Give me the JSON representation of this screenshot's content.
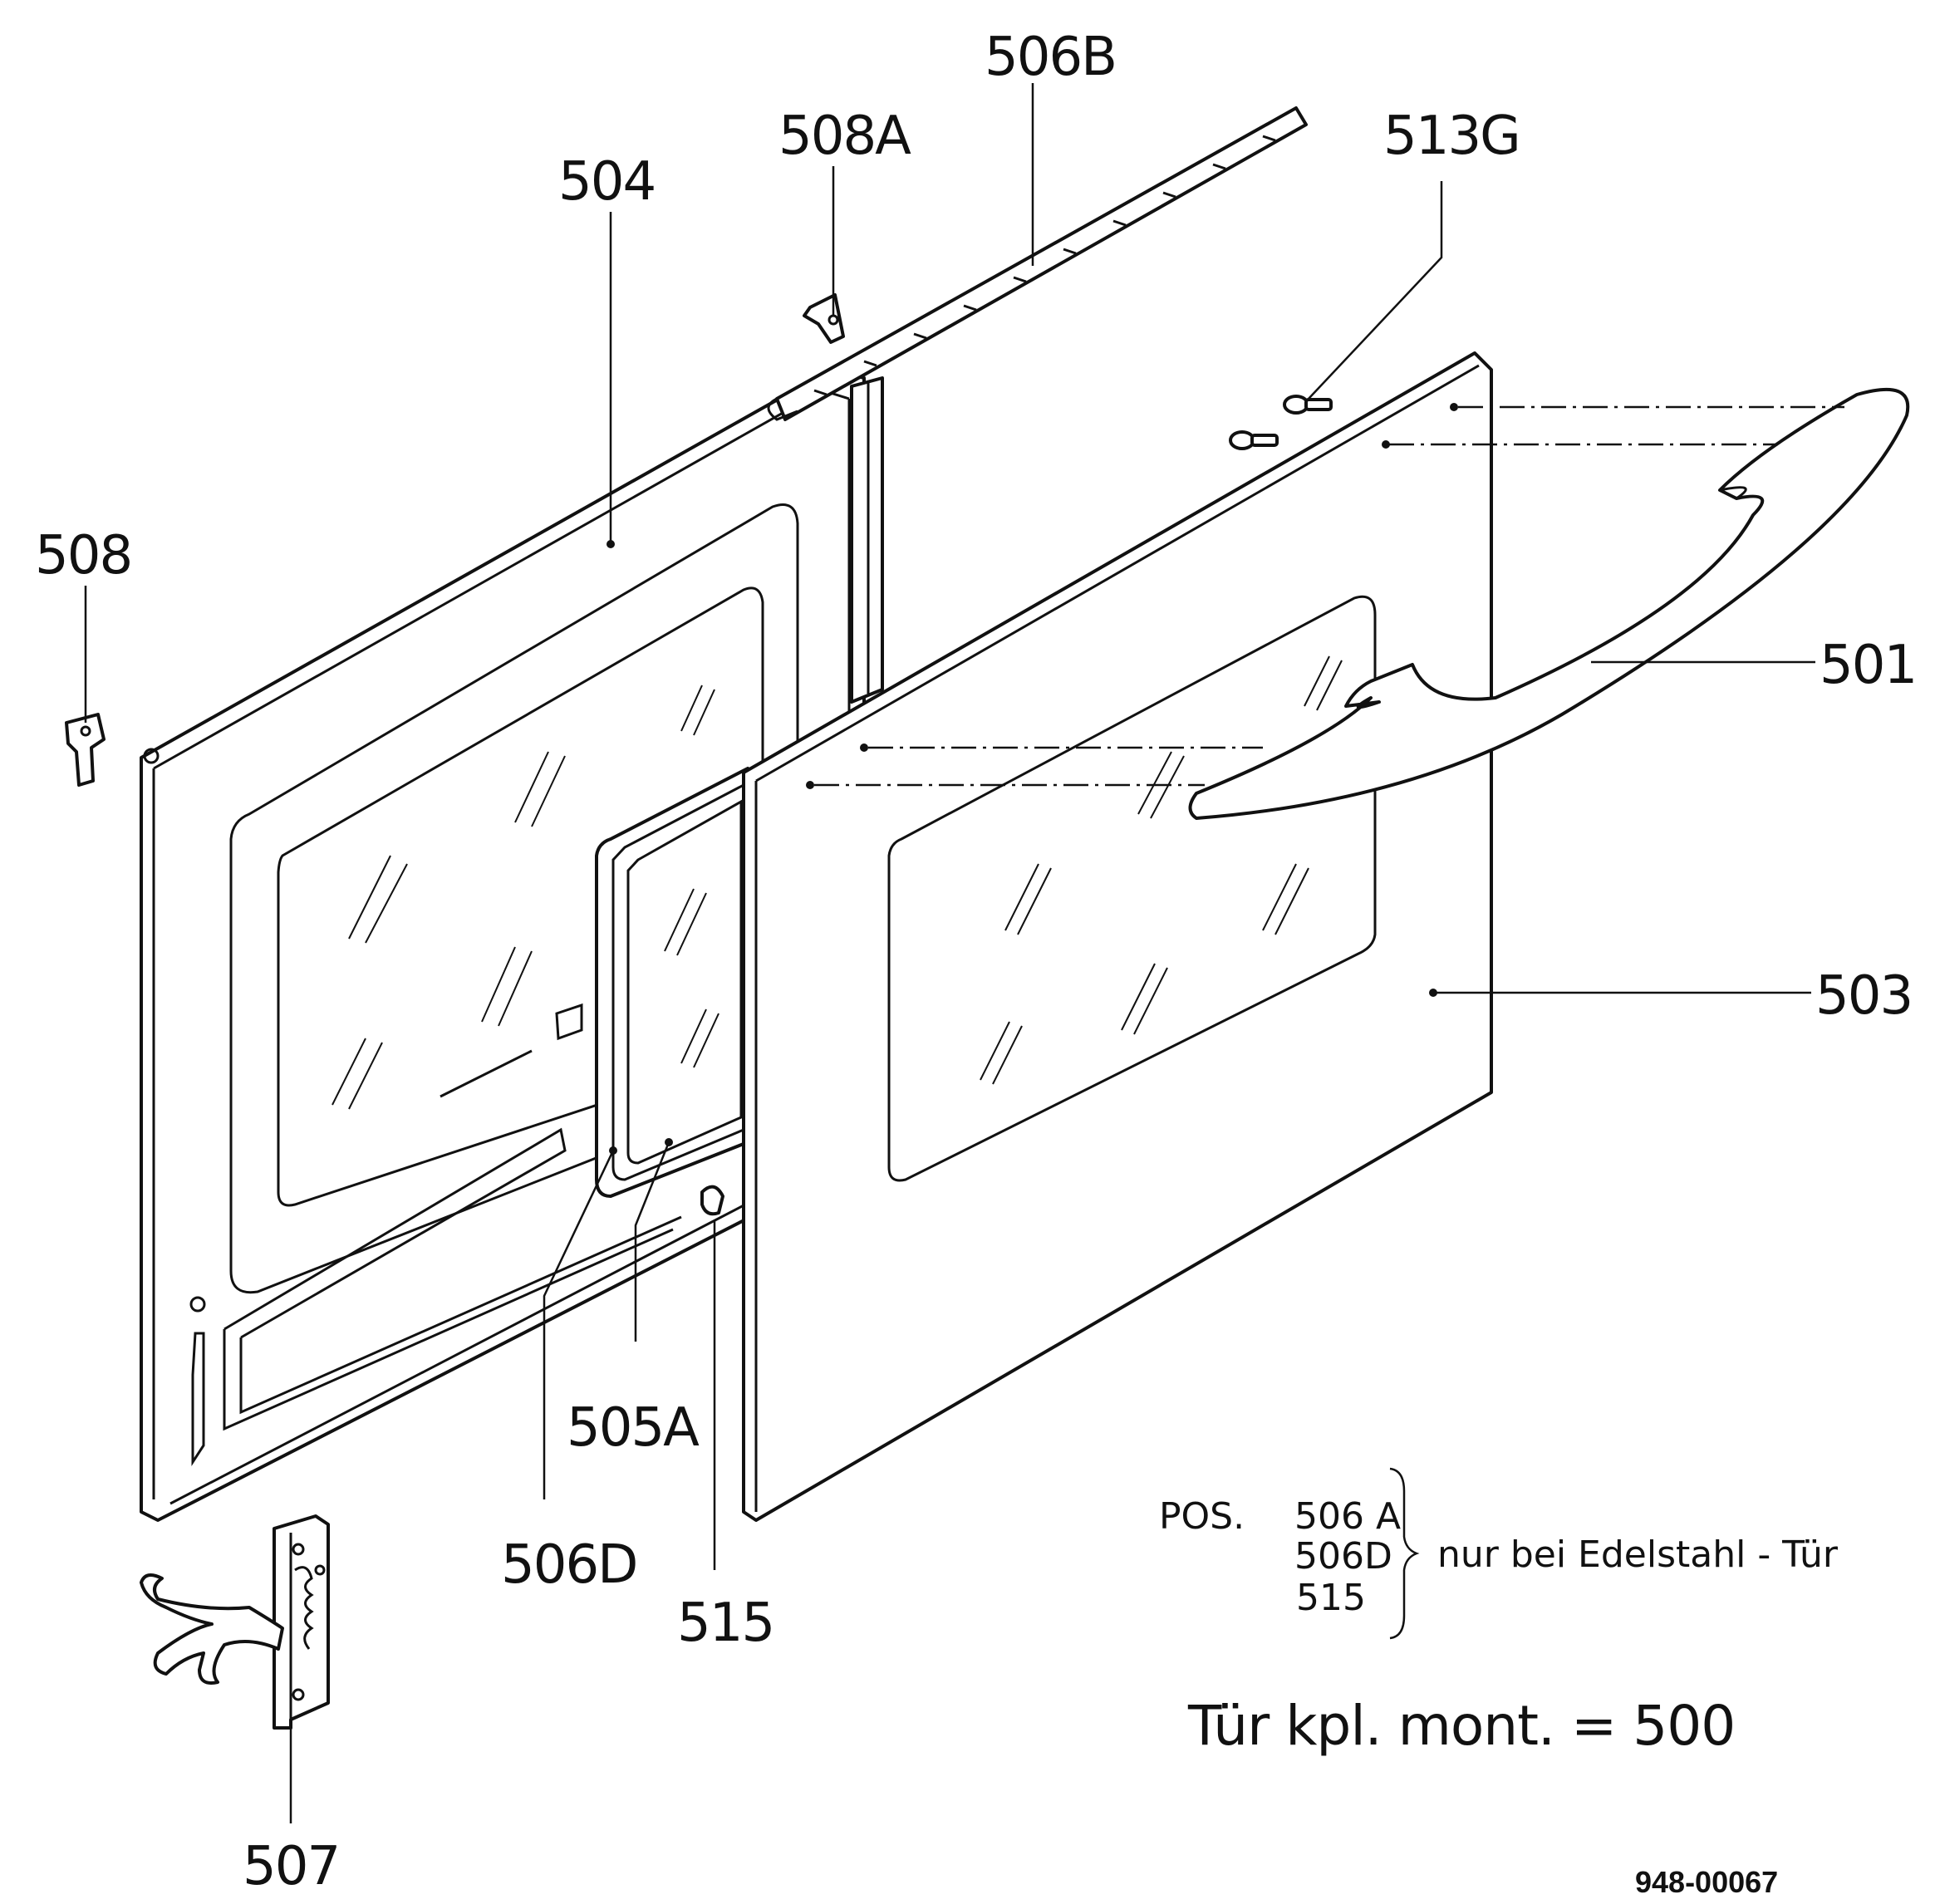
{
  "labels": {
    "p504": "504",
    "p506b": "506B",
    "p508a": "508A",
    "p513g": "513G",
    "p508": "508",
    "p501": "501",
    "p503": "503",
    "p505a": "505A",
    "p506d": "506D",
    "p515": "515",
    "p507": "507"
  },
  "note": {
    "pos": "POS.",
    "items": [
      "506 A",
      "506D",
      "515"
    ],
    "text": "nur bei Edelstahl - Tür"
  },
  "total": "Tür kpl. mont. = 500",
  "doc_id": "948-00067"
}
